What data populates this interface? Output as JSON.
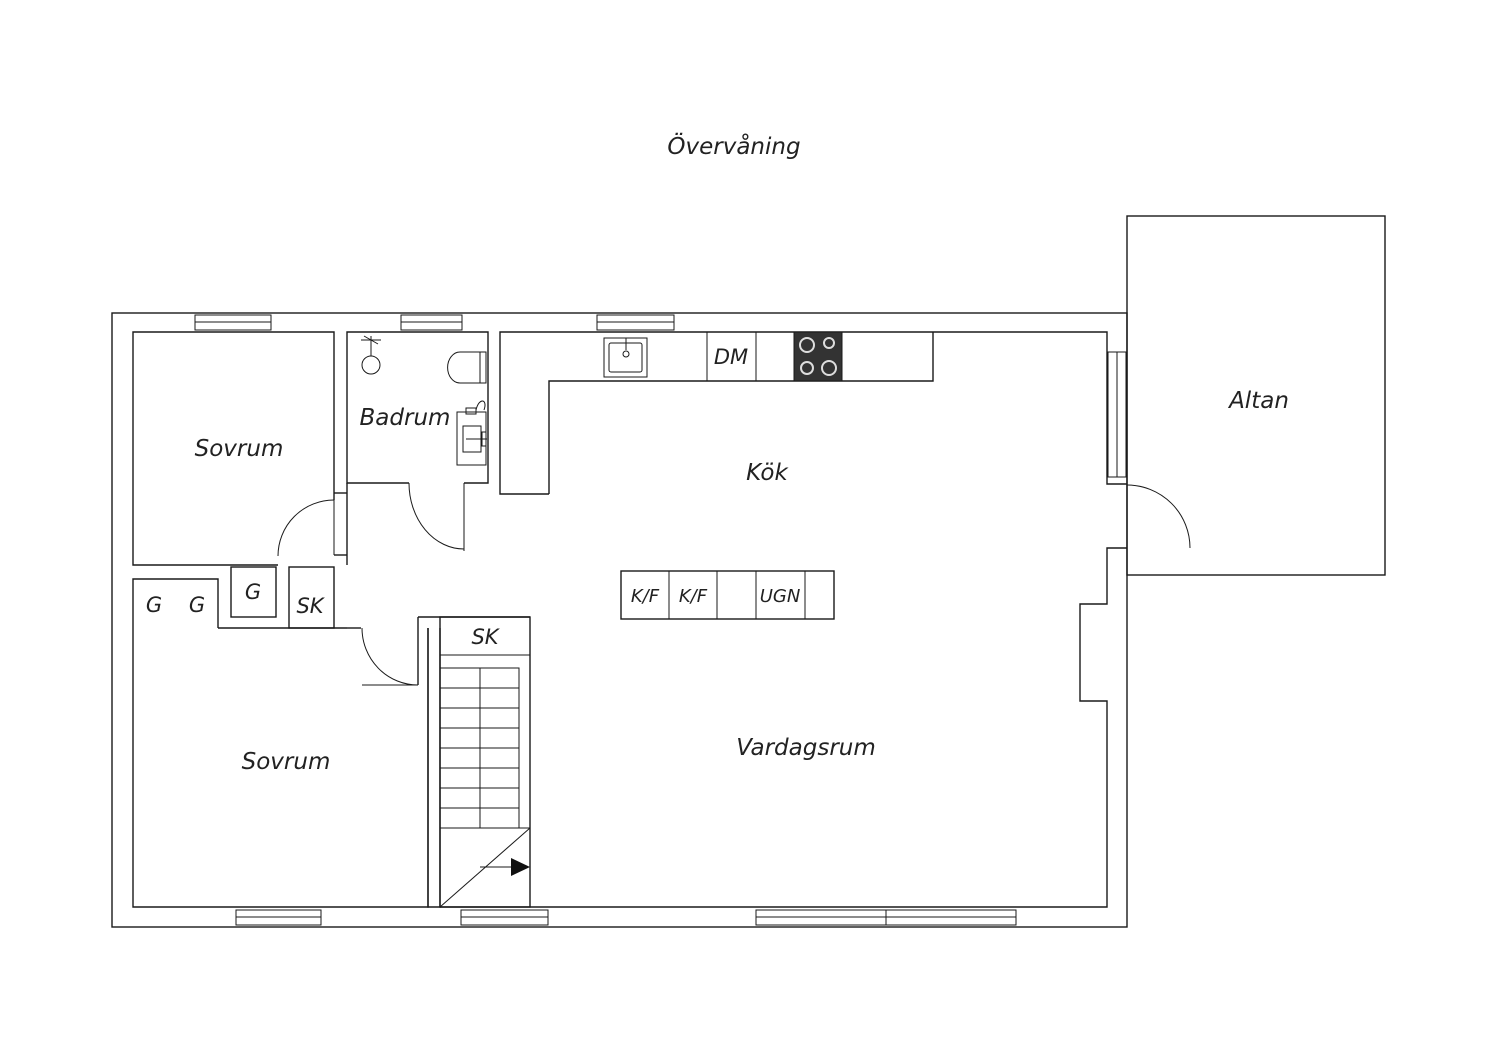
{
  "title": "Övervåning",
  "rooms": {
    "sovrum_top": "Sovrum",
    "badrum": "Badrum",
    "kok": "Kök",
    "altan": "Altan",
    "sovrum_bottom": "Sovrum",
    "vardagsrum": "Vardagsrum"
  },
  "fixtures": {
    "dm": "DM",
    "g1": "G",
    "g2": "G",
    "g3": "G",
    "sk_closet": "SK",
    "sk_stairs": "SK",
    "kf1": "K/F",
    "kf2": "K/F",
    "ugn": "UGN"
  },
  "colors": {
    "line": "#1a1a1a",
    "stove": "#333333",
    "background": "#ffffff"
  }
}
